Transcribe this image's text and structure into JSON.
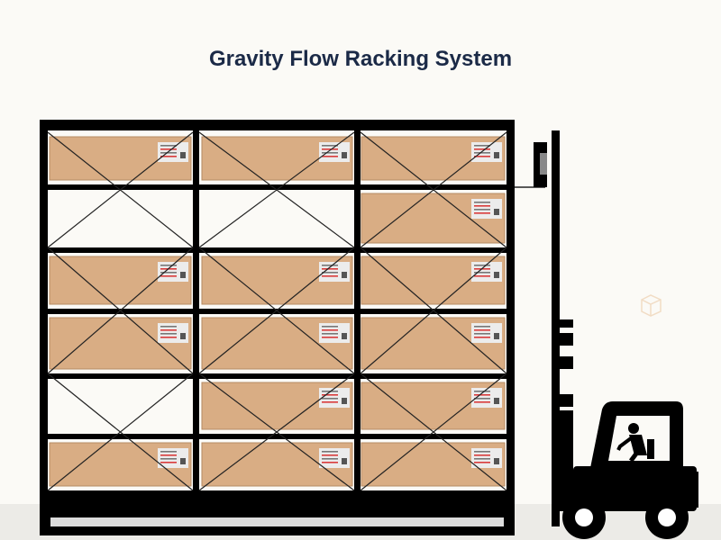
{
  "title": "Gravity Flow Racking System",
  "colors": {
    "background": "#fbfaf6",
    "title": "#1b2a47",
    "box": "#d9ad84",
    "box_edge": "#b58a63",
    "rack": "#000000",
    "label_bg": "#ececec",
    "label_red": "#d93b3b"
  },
  "rack": {
    "columns": 3,
    "levels": 6,
    "cartons": [
      [
        true,
        true,
        true
      ],
      [
        false,
        false,
        true
      ],
      [
        true,
        true,
        true
      ],
      [
        true,
        true,
        true
      ],
      [
        false,
        true,
        true
      ],
      [
        true,
        true,
        true
      ]
    ]
  },
  "icons": [
    "box-outline-icon",
    "forklift-icon",
    "forklift-driver-icon"
  ]
}
